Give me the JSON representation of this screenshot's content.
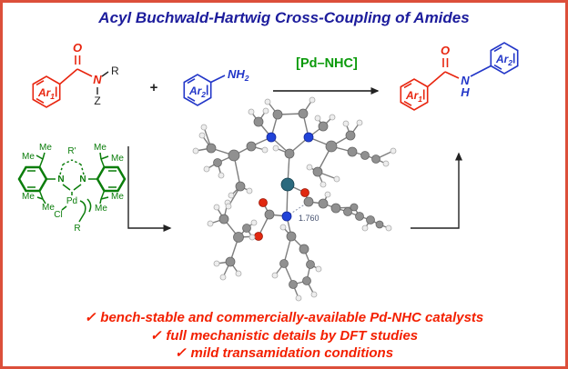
{
  "title": "Acyl Buchwald-Hartwig Cross-Coupling of Amides",
  "colors": {
    "border": "#dc4f3a",
    "title_navy": "#1c1c9c",
    "structure_red": "#e8250f",
    "structure_blue": "#2236c8",
    "catalyst_green": "#0b7d0b",
    "bullet_red": "#f32000"
  },
  "scheme": {
    "amide": {
      "aryl_base": "Ar",
      "aryl_sub": "1",
      "o": "O",
      "n": "N",
      "r": "R",
      "z": "Z"
    },
    "plus": "+",
    "aniline": {
      "aryl_base": "Ar",
      "aryl_sub": "2",
      "nh_base": "NH",
      "nh_sub": "2"
    },
    "arrow_label": "[Pd–NHC]",
    "product": {
      "aryl1_base": "Ar",
      "aryl1_sub": "1",
      "aryl2_base": "Ar",
      "aryl2_sub": "2",
      "o": "O",
      "n": "N",
      "h": "H"
    }
  },
  "catalyst": {
    "labels": {
      "me": "Me",
      "n": "N",
      "r_prime": "R'",
      "pd": "Pd",
      "cl": "Cl",
      "r": "R"
    }
  },
  "molecule3d": {
    "bond_length_label": "1.760",
    "colors": {
      "C": {
        "fill": "#909090",
        "stroke": "#666666"
      },
      "H": {
        "fill": "#ededed",
        "stroke": "#ababab"
      },
      "N": {
        "fill": "#2143d8",
        "stroke": "#14279b"
      },
      "O": {
        "fill": "#e02810",
        "stroke": "#9c1505"
      },
      "Pd": {
        "fill": "#2c6a7e",
        "stroke": "#15404e"
      }
    },
    "atoms": [
      [
        295,
        148,
        5,
        "N"
      ],
      [
        336,
        148,
        5,
        "N"
      ],
      [
        315,
        166,
        5,
        "C"
      ],
      [
        302,
        123,
        5,
        "C"
      ],
      [
        330,
        122,
        5,
        "C"
      ],
      [
        291,
        109,
        3,
        "H"
      ],
      [
        340,
        107,
        3,
        "H"
      ],
      [
        313,
        200,
        7,
        "Pd"
      ],
      [
        312,
        235,
        5,
        "N"
      ],
      [
        332,
        209,
        4.5,
        "O"
      ],
      [
        336,
        219,
        5,
        "C"
      ],
      [
        293,
        233,
        5,
        "C"
      ],
      [
        286,
        220,
        4.5,
        "O"
      ],
      [
        281,
        257,
        4.5,
        "O"
      ],
      [
        259,
        258,
        5.5,
        "C"
      ],
      [
        243,
        238,
        5,
        "C"
      ],
      [
        250,
        285,
        5,
        "C"
      ],
      [
        268,
        248,
        4.5,
        "C"
      ],
      [
        235,
        225,
        3,
        "H"
      ],
      [
        228,
        243,
        3,
        "H"
      ],
      [
        247,
        220,
        3,
        "H"
      ],
      [
        235,
        287,
        3,
        "H"
      ],
      [
        259,
        298,
        3,
        "H"
      ],
      [
        242,
        302,
        3,
        "H"
      ],
      [
        276,
        242,
        3,
        "H"
      ],
      [
        274,
        258,
        3,
        "H"
      ],
      [
        317,
        257,
        5,
        "C"
      ],
      [
        331,
        271,
        5,
        "C"
      ],
      [
        338,
        288,
        4.5,
        "C"
      ],
      [
        334,
        306,
        4.5,
        "C"
      ],
      [
        319,
        310,
        4.5,
        "C"
      ],
      [
        309,
        287,
        4.5,
        "C"
      ],
      [
        347,
        293,
        3,
        "H"
      ],
      [
        342,
        321,
        3,
        "H"
      ],
      [
        325,
        325,
        3,
        "H"
      ],
      [
        299,
        300,
        3,
        "H"
      ],
      [
        308,
        247,
        3,
        "H"
      ],
      [
        352,
        221,
        5,
        "C"
      ],
      [
        366,
        226,
        5,
        "C"
      ],
      [
        379,
        230,
        4.5,
        "C"
      ],
      [
        392,
        235,
        4.5,
        "C"
      ],
      [
        404,
        239,
        4.5,
        "C"
      ],
      [
        414,
        244,
        4,
        "C"
      ],
      [
        386,
        225,
        4,
        "C"
      ],
      [
        424,
        248,
        3,
        "H"
      ],
      [
        357,
        211,
        3,
        "H"
      ],
      [
        281,
        131,
        5,
        "C"
      ],
      [
        273,
        120,
        3,
        "H"
      ],
      [
        289,
        119,
        3,
        "H"
      ],
      [
        273,
        158,
        5,
        "C"
      ],
      [
        254,
        168,
        6,
        "C"
      ],
      [
        236,
        176,
        4.5,
        "C"
      ],
      [
        224,
        183,
        3,
        "H"
      ],
      [
        229,
        160,
        5,
        "C"
      ],
      [
        219,
        146,
        3,
        "H"
      ],
      [
        221,
        137,
        3,
        "H"
      ],
      [
        261,
        202,
        5,
        "C"
      ],
      [
        271,
        207,
        3,
        "H"
      ],
      [
        251,
        212,
        3,
        "H"
      ],
      [
        248,
        224,
        3,
        "H"
      ],
      [
        288,
        162,
        3,
        "H"
      ],
      [
        240,
        190,
        3,
        "H"
      ],
      [
        212,
        163,
        3,
        "H"
      ],
      [
        352,
        136,
        5,
        "C"
      ],
      [
        346,
        127,
        3,
        "H"
      ],
      [
        362,
        126,
        3,
        "H"
      ],
      [
        361,
        158,
        6,
        "C"
      ],
      [
        382,
        146,
        5,
        "C"
      ],
      [
        377,
        133,
        3,
        "H"
      ],
      [
        392,
        132,
        3,
        "H"
      ],
      [
        384,
        164,
        5,
        "C"
      ],
      [
        398,
        168,
        4.5,
        "C"
      ],
      [
        410,
        172,
        4.5,
        "C"
      ],
      [
        421,
        177,
        3,
        "H"
      ],
      [
        346,
        186,
        5,
        "C"
      ],
      [
        337,
        181,
        3,
        "H"
      ],
      [
        352,
        200,
        3,
        "H"
      ],
      [
        367,
        194,
        3,
        "H"
      ],
      [
        429,
        163,
        3,
        "H"
      ],
      [
        300,
        160,
        3,
        "H"
      ],
      [
        398,
        248,
        3,
        "H"
      ]
    ],
    "bonds": [
      [
        0,
        3
      ],
      [
        1,
        4
      ],
      [
        3,
        4
      ],
      [
        0,
        2
      ],
      [
        1,
        2
      ],
      [
        3,
        5
      ],
      [
        4,
        6
      ],
      [
        2,
        7
      ],
      [
        7,
        8
      ],
      [
        7,
        9
      ],
      [
        9,
        10
      ],
      [
        10,
        37
      ],
      [
        8,
        11
      ],
      [
        11,
        12
      ],
      [
        11,
        13
      ],
      [
        13,
        14
      ],
      [
        14,
        15
      ],
      [
        14,
        16
      ],
      [
        14,
        17
      ],
      [
        15,
        18
      ],
      [
        15,
        19
      ],
      [
        15,
        20
      ],
      [
        16,
        21
      ],
      [
        16,
        22
      ],
      [
        16,
        23
      ],
      [
        17,
        24
      ],
      [
        17,
        25
      ],
      [
        8,
        26
      ],
      [
        26,
        27
      ],
      [
        27,
        28
      ],
      [
        28,
        29
      ],
      [
        29,
        30
      ],
      [
        30,
        31
      ],
      [
        31,
        26
      ],
      [
        28,
        32
      ],
      [
        29,
        33
      ],
      [
        30,
        34
      ],
      [
        31,
        35
      ],
      [
        26,
        36
      ],
      [
        37,
        38
      ],
      [
        38,
        39
      ],
      [
        39,
        40
      ],
      [
        40,
        41
      ],
      [
        41,
        42
      ],
      [
        42,
        44
      ],
      [
        38,
        43
      ],
      [
        43,
        40
      ],
      [
        37,
        45
      ],
      [
        41,
        80
      ],
      [
        0,
        46
      ],
      [
        46,
        47
      ],
      [
        46,
        48
      ],
      [
        0,
        49
      ],
      [
        49,
        50
      ],
      [
        50,
        51
      ],
      [
        51,
        52
      ],
      [
        50,
        53
      ],
      [
        53,
        54
      ],
      [
        53,
        55
      ],
      [
        50,
        56
      ],
      [
        56,
        57
      ],
      [
        56,
        58
      ],
      [
        56,
        59
      ],
      [
        49,
        60
      ],
      [
        51,
        61
      ],
      [
        53,
        62
      ],
      [
        1,
        63
      ],
      [
        63,
        64
      ],
      [
        63,
        65
      ],
      [
        1,
        66
      ],
      [
        66,
        67
      ],
      [
        67,
        68
      ],
      [
        67,
        69
      ],
      [
        66,
        70
      ],
      [
        70,
        71
      ],
      [
        71,
        72
      ],
      [
        72,
        73
      ],
      [
        66,
        74
      ],
      [
        74,
        75
      ],
      [
        74,
        76
      ],
      [
        74,
        77
      ],
      [
        72,
        78
      ],
      [
        2,
        79
      ]
    ],
    "dashed_bonds": [
      [
        8,
        10
      ]
    ]
  },
  "bullets": {
    "check": "✓",
    "items": [
      "bench-stable and commercially-available Pd-NHC catalysts",
      "full mechanistic details by DFT studies",
      "mild transamidation conditions"
    ]
  }
}
